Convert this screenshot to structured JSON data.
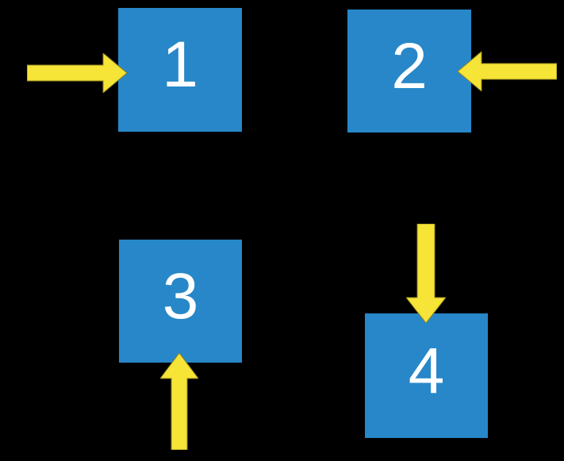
{
  "scene": {
    "description": "Four numbered blue squares on a black background, each indicated by a yellow arrow",
    "background_color": "#000000",
    "square_color": "#2787C8",
    "square_text_color": "#FFFFFF",
    "arrow_color": "#F6E437",
    "arrow_outline_color": "#8F841F",
    "squares": [
      {
        "label": "1",
        "arrow_direction": "right",
        "icon": "arrow-right-icon"
      },
      {
        "label": "2",
        "arrow_direction": "left",
        "icon": "arrow-left-icon"
      },
      {
        "label": "3",
        "arrow_direction": "up",
        "icon": "arrow-up-icon"
      },
      {
        "label": "4",
        "arrow_direction": "down",
        "icon": "arrow-down-icon"
      }
    ]
  }
}
